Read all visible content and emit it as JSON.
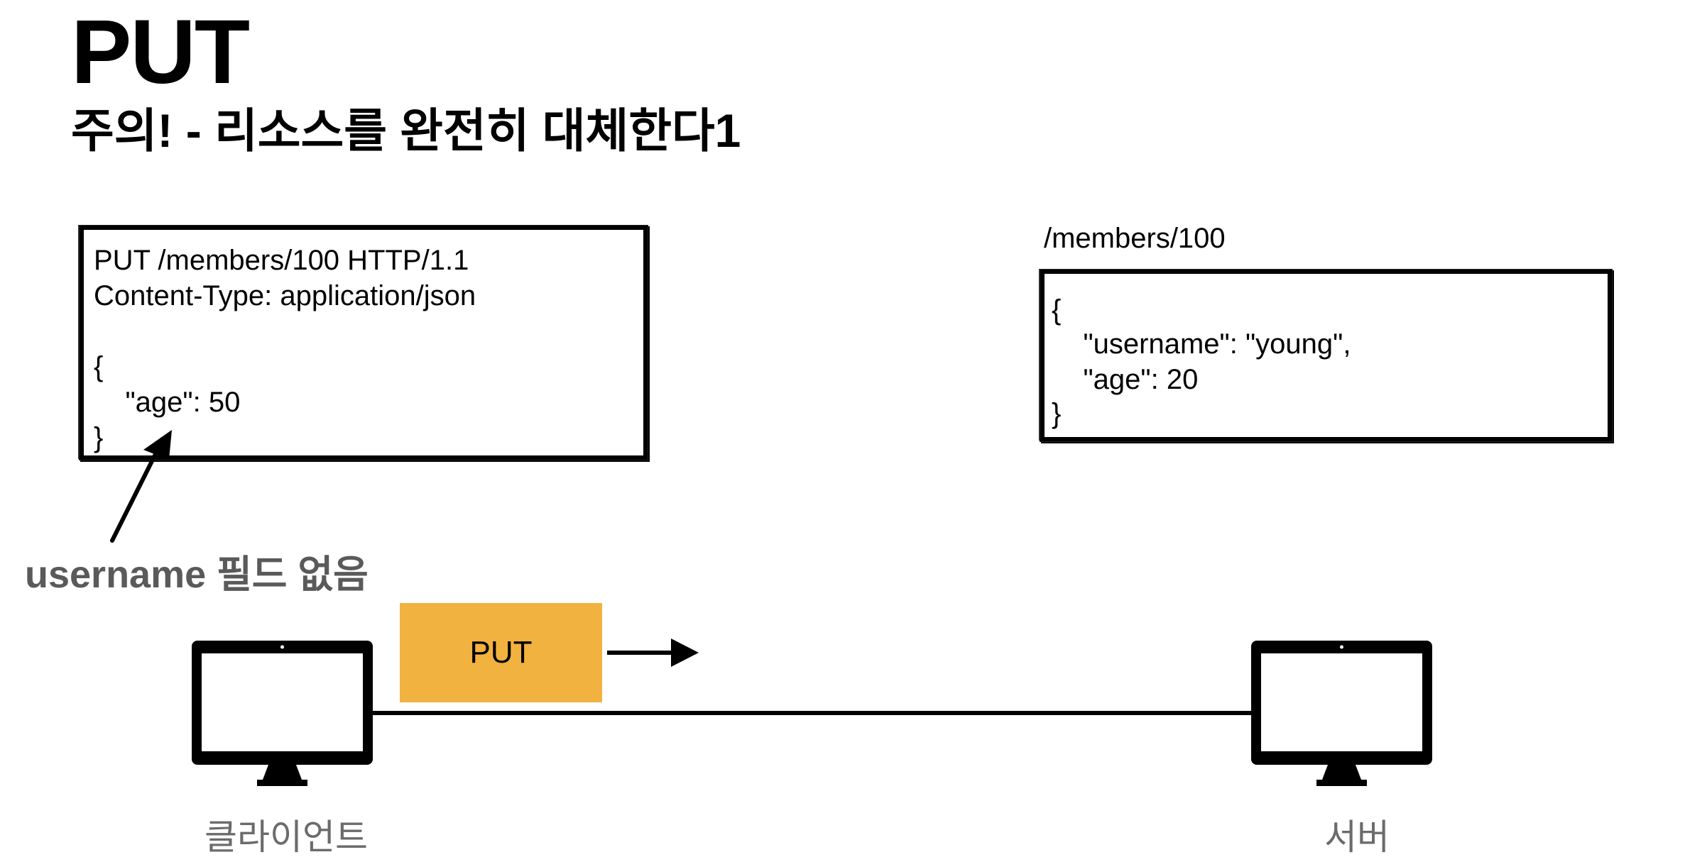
{
  "title": "PUT",
  "subtitle": "주의! - 리소스를 완전히 대체한다1",
  "request": {
    "lines": [
      "PUT /members/100 HTTP/1.1",
      "Content-Type: application/json",
      "",
      "{",
      "    \"age\": 50",
      "}"
    ]
  },
  "resource": {
    "path": "/members/100",
    "lines": [
      "{",
      "    \"username\": \"young\",",
      "    \"age\": 20",
      "}"
    ]
  },
  "note": "username 필드 없음",
  "method_block": {
    "label": "PUT",
    "color": "#f2b23f"
  },
  "client": {
    "label": "클라이언트",
    "icon": "monitor-icon"
  },
  "server": {
    "label": "서버",
    "icon": "monitor-icon"
  }
}
